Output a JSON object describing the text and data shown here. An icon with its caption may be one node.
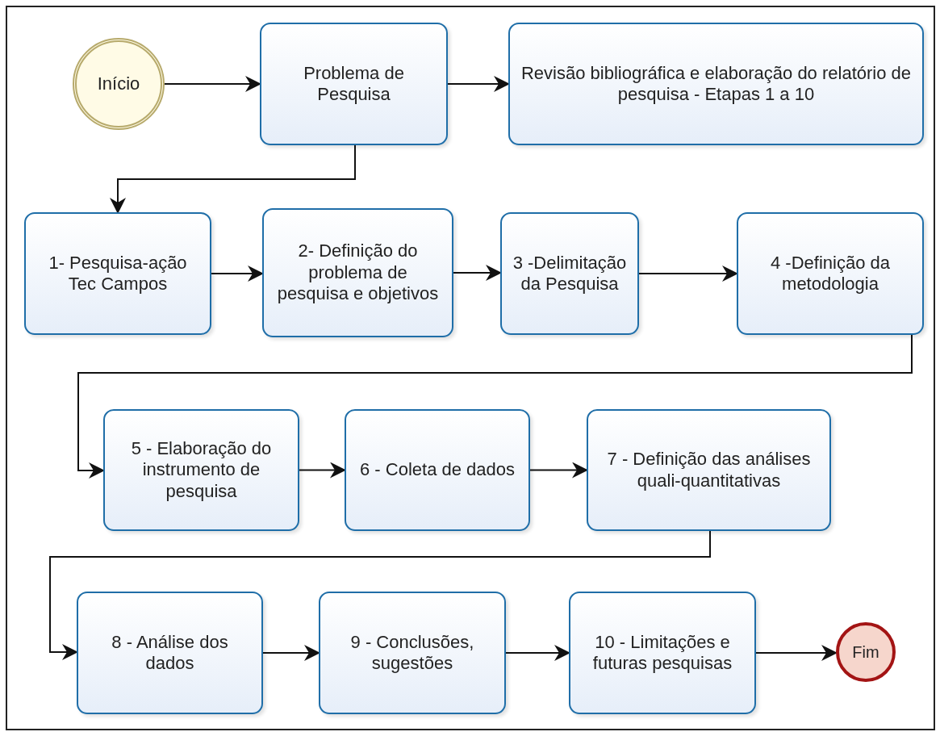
{
  "diagram": {
    "nodes": [
      {
        "text": [
          "Início"
        ]
      },
      {
        "text": [
          "Problema de Pesquisa"
        ]
      },
      {
        "text": [
          "Revisão bibliográfica e elaboração do relatório de pesquisa - Etapas 1 a 10"
        ]
      },
      {
        "text": [
          "1- Pesquisa-ação Tec Campos"
        ]
      },
      {
        "text": [
          "2- Definição do problema de pesquisa e objetivos"
        ]
      },
      {
        "text": [
          "3 -Delimitação da Pesquisa"
        ]
      },
      {
        "text": [
          "4 -Definição da metodologia"
        ]
      },
      {
        "text": [
          "5 - Elaboração do instrumento de pesquisa"
        ]
      },
      {
        "text": [
          "6 - Coleta de dados"
        ]
      },
      {
        "text": [
          "7 - Definição das análises quali-quantitativas"
        ]
      },
      {
        "text": [
          "8 - Análise dos dados"
        ]
      },
      {
        "text": [
          "9 - Conclusões, sugestões"
        ]
      },
      {
        "text": [
          "10 - Limitações e futuras pesquisas"
        ]
      },
      {
        "text": [
          "Fim"
        ]
      }
    ],
    "edges": [
      {
        "from": 0,
        "to": 1,
        "arrow": "to"
      },
      {
        "from": 1,
        "to": 2,
        "arrow": "to"
      },
      {
        "from": 1,
        "to": 3,
        "arrow": "to"
      },
      {
        "from": 3,
        "to": 4,
        "arrow": "to"
      },
      {
        "from": 4,
        "to": 5,
        "arrow": "to"
      },
      {
        "from": 5,
        "to": 6,
        "arrow": "to"
      },
      {
        "from": 6,
        "to": 7,
        "arrow": "to"
      },
      {
        "from": 7,
        "to": 8,
        "arrow": "to"
      },
      {
        "from": 8,
        "to": 9,
        "arrow": "to"
      },
      {
        "from": 9,
        "to": 10,
        "arrow": "to"
      },
      {
        "from": 10,
        "to": 11,
        "arrow": "to"
      },
      {
        "from": 11,
        "to": 12,
        "arrow": "to"
      },
      {
        "from": 12,
        "to": 13,
        "arrow": "to"
      }
    ]
  }
}
